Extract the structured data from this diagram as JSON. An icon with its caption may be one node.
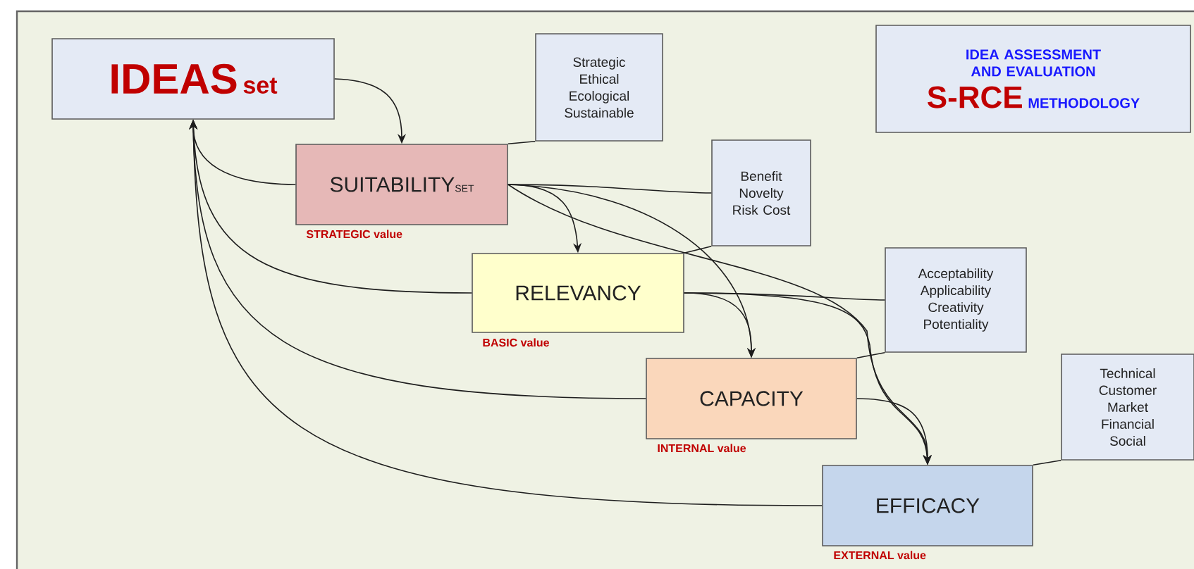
{
  "diagram": {
    "nodes": [
      {
        "text": [
          "IDEAS",
          "set"
        ]
      },
      {
        "text": [
          "Strategic Ethical Ecological Sustainable"
        ]
      },
      {
        "text": [
          "SUITABILITY",
          "SET"
        ],
        "beside": [
          "STRATEGIC value"
        ]
      },
      {
        "text": [
          "Benefit Novelty Risk Cost"
        ]
      },
      {
        "text": [
          "RELEVANCY"
        ],
        "beside": [
          "BASIC value"
        ]
      },
      {
        "text": [
          "Acceptability Applicability Creativity Potentiality"
        ]
      },
      {
        "text": [
          "CAPACITY"
        ],
        "beside": [
          "INTERNAL value"
        ]
      },
      {
        "text": [
          "Technical Customer Market Financial Social"
        ]
      },
      {
        "text": [
          "EFFICACY"
        ],
        "beside": [
          "EXTERNAL value"
        ]
      },
      {
        "text": [
          "IDEA ASSESSMENT AND EVALUATION",
          "S-RCE",
          "METHODOLOGY"
        ]
      }
    ],
    "edges": [
      {
        "from": 0,
        "to": 2,
        "arrow": "to"
      },
      {
        "from": 2,
        "to": 0,
        "arrow": "to"
      },
      {
        "from": 4,
        "to": 0,
        "arrow": "to"
      },
      {
        "from": 6,
        "to": 0,
        "arrow": "to"
      },
      {
        "from": 8,
        "to": 0,
        "arrow": "to"
      },
      {
        "from": 1,
        "to": 2,
        "arrow": "none"
      },
      {
        "from": 2,
        "to": 3,
        "arrow": "none"
      },
      {
        "from": 2,
        "to": 4,
        "arrow": "to"
      },
      {
        "from": 2,
        "to": 6,
        "arrow": "to"
      },
      {
        "from": 2,
        "to": 8,
        "arrow": "to"
      },
      {
        "from": 4,
        "to": 3,
        "arrow": "none"
      },
      {
        "from": 4,
        "to": 6,
        "arrow": "to"
      },
      {
        "from": 4,
        "to": 8,
        "arrow": "to"
      },
      {
        "from": 4,
        "to": 5,
        "arrow": "none"
      },
      {
        "from": 6,
        "to": 5,
        "arrow": "none"
      },
      {
        "from": 6,
        "to": 8,
        "arrow": "to"
      },
      {
        "from": 8,
        "to": 7,
        "arrow": "none"
      }
    ]
  }
}
